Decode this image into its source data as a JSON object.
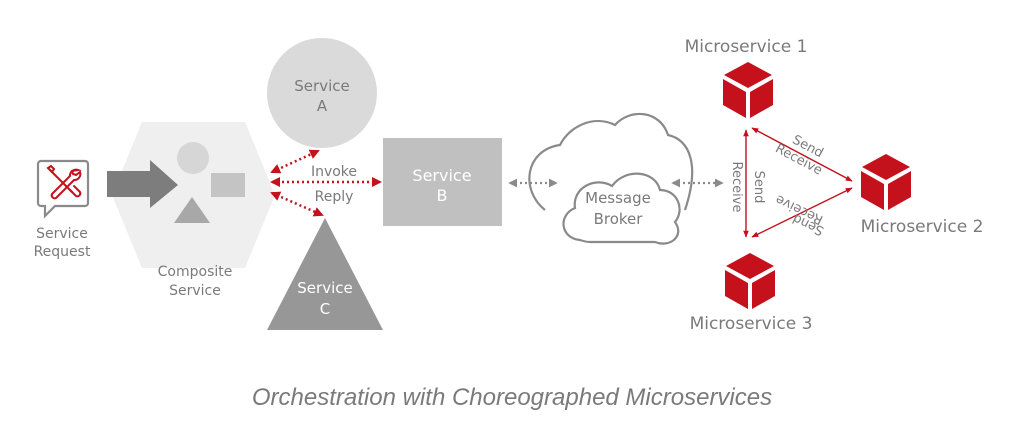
{
  "caption": "Orchestration with Choreographed Microservices",
  "colors": {
    "accent_red": "#c4111b",
    "gray_text": "#7a7a7a",
    "light_gray": "#d9d9d9",
    "mid_gray": "#bcbcbc",
    "dark_gray": "#8e8e8e",
    "hex_bg": "#efefef"
  },
  "service_request": {
    "icon": "wrench-screwdriver-icon",
    "label_line1": "Service",
    "label_line2": "Request"
  },
  "composite_service": {
    "label_line1": "Composite",
    "label_line2": "Service"
  },
  "service_a": {
    "line1": "Service",
    "line2": "A"
  },
  "service_b": {
    "line1": "Service",
    "line2": "B"
  },
  "service_c": {
    "line1": "Service",
    "line2": "C"
  },
  "invoke_label": "Invoke",
  "reply_label": "Reply",
  "message_broker": {
    "line1": "Message",
    "line2": "Broker"
  },
  "microservices": [
    {
      "label": "Microservice 1"
    },
    {
      "label": "Microservice 2"
    },
    {
      "label": "Microservice 3"
    }
  ],
  "edges": {
    "m1_m2": {
      "top": "Send",
      "bottom": "Receive"
    },
    "m2_m3": {
      "top": "Receive",
      "bottom": "Send"
    },
    "m1_m3": {
      "left": "Receive",
      "right": "Send"
    }
  }
}
